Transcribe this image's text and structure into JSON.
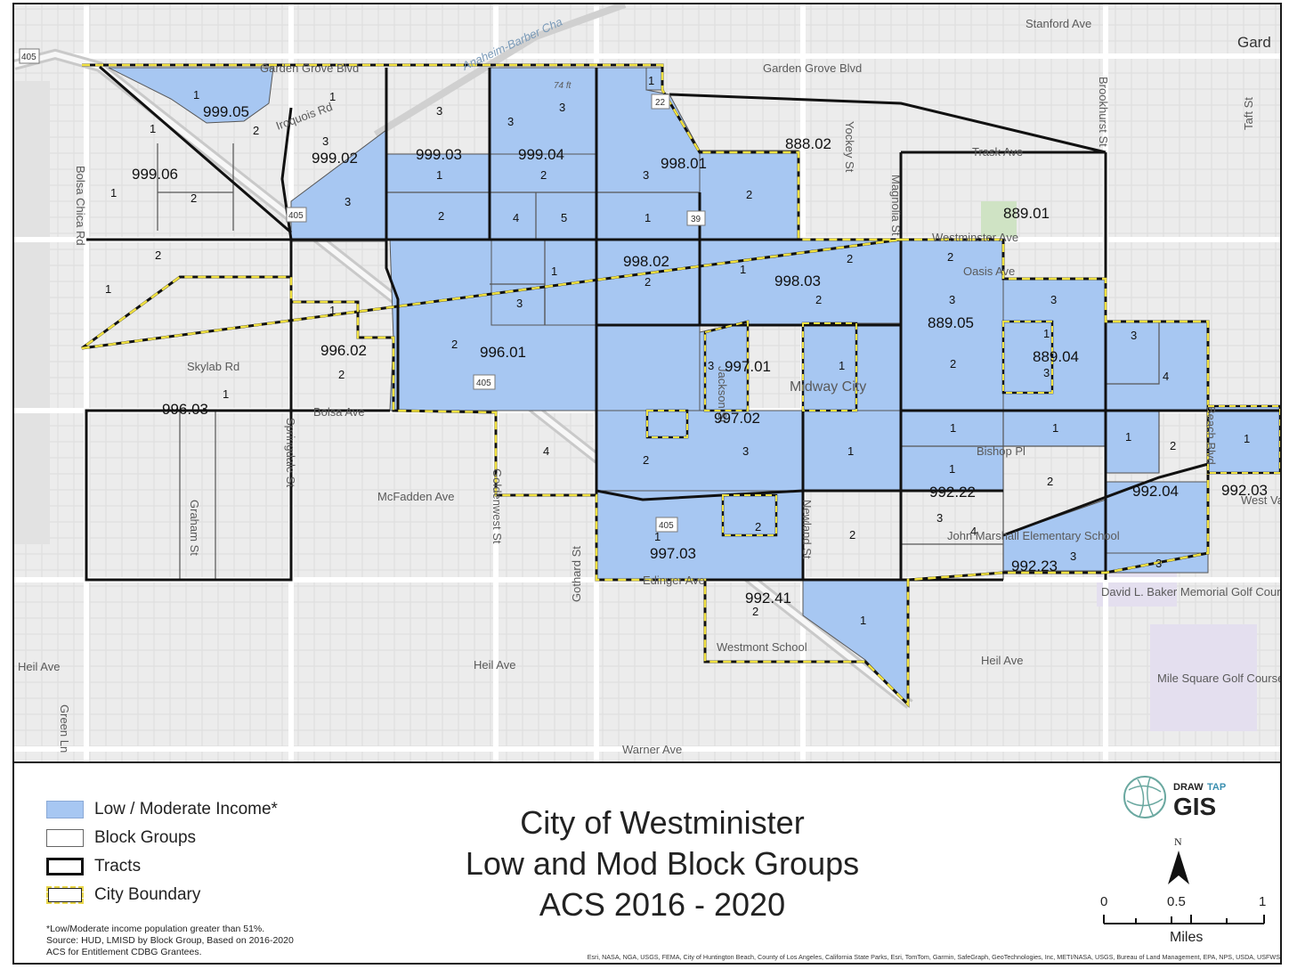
{
  "map": {
    "streets": {
      "stanford": "Stanford Ave",
      "garden_grove_e": "Garden Grove Blvd",
      "garden_grove_w": "Garden Grove Blvd",
      "anaheim_barber": "Anaheim-Barber Cha",
      "trask": "Trask Ave",
      "westminster_ave": "Westminster Ave",
      "oasis": "Oasis Ave",
      "skylab": "Skylab Rd",
      "bolsa": "Bolsa Ave",
      "mcfadden": "McFadden Ave",
      "edinger": "Edinger Ave",
      "heil_w": "Heil Ave",
      "heil_c": "Heil Ave",
      "heil_e": "Heil Ave",
      "warner": "Warner Ave",
      "bishop": "Bishop Pl",
      "brookhurst": "Brookhurst St",
      "taft": "Taft St",
      "yockey": "Yockey St",
      "magnolia": "Magnolia St",
      "bolsa_chica": "Bolsa Chica Rd",
      "goldenwest": "Goldenwest St",
      "gothard": "Gothard St",
      "graham": "Graham St",
      "green": "Green Ln",
      "newland": "Newland St",
      "springdale": "Springdale St",
      "iroquois": "Iroquois Rd",
      "jackson": "Jackson St",
      "beach": "Beach Blvd",
      "place_midway": "Midway City",
      "place_gard": "Gard",
      "place_westmont": "Westmont School",
      "place_john_marshall": "John Marshall Elementary School",
      "place_baker": "David L. Baker Memorial Golf Course",
      "place_mile_square": "Mile Square Golf Course",
      "place_west_vall": "West Vall",
      "shield_405a": "405",
      "shield_405b": "405",
      "shield_405c": "405",
      "shield_405d": "405",
      "shield_22": "22",
      "shield_39": "39",
      "elev": "74 ft"
    },
    "tracts": [
      {
        "id": "t99905",
        "label": "999.05"
      },
      {
        "id": "t99906",
        "label": "999.06"
      },
      {
        "id": "t99902",
        "label": "999.02"
      },
      {
        "id": "t99903",
        "label": "999.03"
      },
      {
        "id": "t99904",
        "label": "999.04"
      },
      {
        "id": "t99801",
        "label": "998.01"
      },
      {
        "id": "t88802",
        "label": "888.02"
      },
      {
        "id": "t88901",
        "label": "889.01"
      },
      {
        "id": "t99802",
        "label": "998.02"
      },
      {
        "id": "t99803",
        "label": "998.03"
      },
      {
        "id": "t88905",
        "label": "889.05"
      },
      {
        "id": "t88904",
        "label": "889.04"
      },
      {
        "id": "t99602",
        "label": "996.02"
      },
      {
        "id": "t99601",
        "label": "996.01"
      },
      {
        "id": "t99701",
        "label": "997.01"
      },
      {
        "id": "t99603",
        "label": "996.03"
      },
      {
        "id": "t99702",
        "label": "997.02"
      },
      {
        "id": "t99222",
        "label": "992.22"
      },
      {
        "id": "t99204",
        "label": "992.04"
      },
      {
        "id": "t99203",
        "label": "992.03"
      },
      {
        "id": "t99703",
        "label": "997.03"
      },
      {
        "id": "t99223",
        "label": "992.23"
      },
      {
        "id": "t99241",
        "label": "992.41"
      }
    ],
    "block_groups": [
      "1",
      "1",
      "2",
      "1",
      "3",
      "1",
      "2",
      "3",
      "2",
      "1",
      "3",
      "3",
      "1",
      "2",
      "1",
      "3",
      "3",
      "2",
      "2",
      "4",
      "5",
      "1",
      "2",
      "2",
      "1",
      "1",
      "2",
      "3",
      "1",
      "2",
      "3",
      "3",
      "4",
      "3",
      "1",
      "1",
      "2",
      "2",
      "1",
      "3",
      "1",
      "2",
      "3",
      "1",
      "2",
      "3",
      "4",
      "2",
      "1",
      "1",
      "1",
      "1",
      "2",
      "4",
      "1",
      "1",
      "2",
      "2",
      "3",
      "3",
      "3",
      "2",
      "1",
      "3",
      "3",
      "2",
      "1",
      "1",
      "3",
      "2"
    ]
  },
  "legend": {
    "low_mod": "Low / Moderate Income*",
    "block_groups": "Block Groups",
    "tracts": "Tracts",
    "city_boundary": "City Boundary"
  },
  "footnote": {
    "line1": "*Low/Moderate income population greater than 51%.",
    "line2": "Source: HUD, LMISD by Block Group, Based on 2016-2020",
    "line3": "ACS for Entitlement CDBG Grantees."
  },
  "title": {
    "line1": "City of Westminister",
    "line2": "Low and Mod Block Groups",
    "line3": "ACS 2016 - 2020"
  },
  "logo": {
    "top": "DRAW",
    "accent": "TAP",
    "bottom": "GIS"
  },
  "north": {
    "label": "N"
  },
  "scale": {
    "t0": "0",
    "t1": "0.5",
    "t2": "1",
    "unit": "Miles"
  },
  "attribution": "Esri, NASA, NGA, USGS, FEMA, City of Huntington Beach, County of Los Angeles, California State Parks, Esri, TomTom, Garmin, SafeGraph, GeoTechnologies, Inc, METI/NASA, USGS, Bureau of Land Management, EPA, NPS, USDA, USFWS",
  "colors": {
    "low_mod": "#a7c7f2",
    "city_boundary": "#f0e040",
    "tract": "#111111",
    "street_bg": "#ebebeb"
  }
}
